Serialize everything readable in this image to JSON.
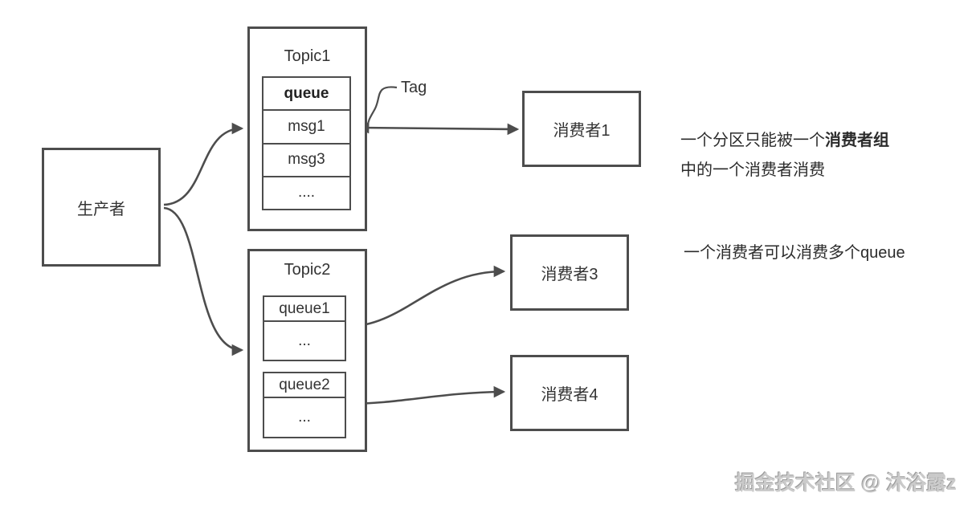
{
  "diagram": {
    "producer": {
      "label": "生产者"
    },
    "topic1": {
      "title": "Topic1",
      "rows": [
        "queue",
        "msg1",
        "msg3",
        "...."
      ]
    },
    "topic2": {
      "title": "Topic2",
      "queue1": {
        "header": "queue1",
        "body": "..."
      },
      "queue2": {
        "header": "queue2",
        "body": "..."
      }
    },
    "consumers": {
      "c1": "消费者1",
      "c3": "消费者3",
      "c4": "消费者4"
    },
    "tag_label": "Tag",
    "notes": {
      "note1_prefix": "一个分区只能被一个",
      "note1_bold": "消费者组",
      "note1_line2": "中的一个消费者消费",
      "note2": "一个消费者可以消费多个queue"
    },
    "watermark": "掘金技术社区 @ 沐浴露z",
    "colors": {
      "line": "#4d4d4d",
      "text": "#333333",
      "watermark": "#cbcbcb"
    }
  }
}
